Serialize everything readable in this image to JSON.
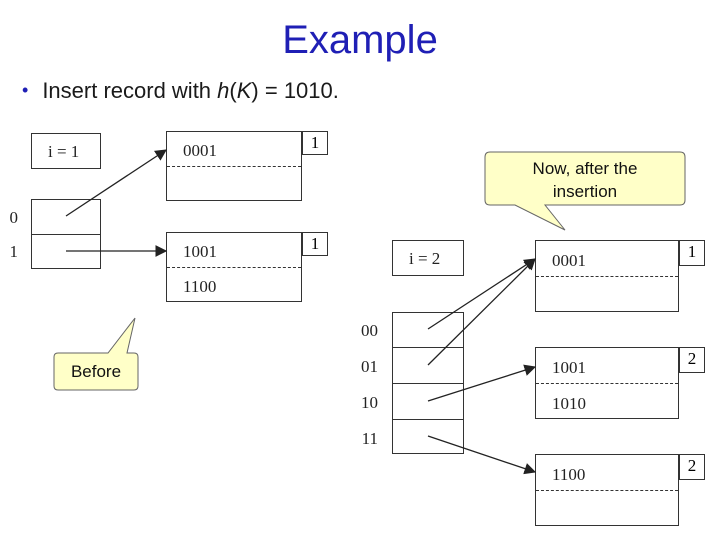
{
  "slide": {
    "title": "Example",
    "bullet": {
      "prefix": "Insert record with ",
      "h": "h",
      "paren_open": "(",
      "k": "K",
      "suffix": ") = 1010."
    }
  },
  "before": {
    "global_depth": "i = 1",
    "dir_labels": [
      "0",
      "1"
    ],
    "buckets": [
      {
        "depth": "1",
        "keys": [
          "0001",
          ""
        ]
      },
      {
        "depth": "1",
        "keys": [
          "1001",
          "1100"
        ]
      }
    ],
    "callout": "Before"
  },
  "after": {
    "global_depth": "i = 2",
    "dir_labels": [
      "00",
      "01",
      "10",
      "11"
    ],
    "buckets": [
      {
        "depth": "1",
        "keys": [
          "0001",
          ""
        ]
      },
      {
        "depth": "2",
        "keys": [
          "1001",
          "1010"
        ]
      },
      {
        "depth": "2",
        "keys": [
          "1100",
          ""
        ]
      }
    ],
    "callout_line1": "Now, after the",
    "callout_line2": "insertion"
  },
  "colors": {
    "title": "#1f1fb5",
    "callout_fill": "#ffffc8",
    "callout_stroke": "#666666"
  }
}
